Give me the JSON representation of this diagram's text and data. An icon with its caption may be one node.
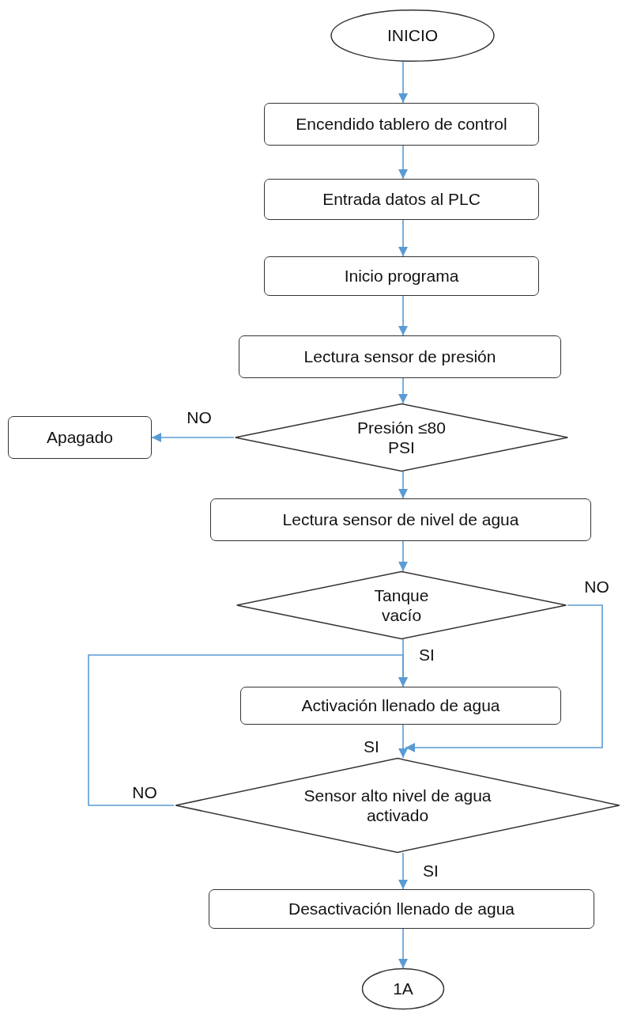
{
  "diagram": {
    "nodes": [
      {
        "text": [
          "INICIO"
        ]
      },
      {
        "text": [
          "Encendido tablero de control"
        ]
      },
      {
        "text": [
          "Entrada datos al PLC"
        ]
      },
      {
        "text": [
          "Inicio programa"
        ]
      },
      {
        "text": [
          "Lectura sensor de presión"
        ]
      },
      {
        "text": [
          "Presión ≤80 PSI"
        ]
      },
      {
        "text": [
          "Apagado"
        ]
      },
      {
        "text": [
          "Lectura sensor de nivel de agua"
        ]
      },
      {
        "text": [
          "Tanque vacío"
        ]
      },
      {
        "text": [
          "Activación llenado de agua"
        ]
      },
      {
        "text": [
          "Sensor alto nivel de agua activado"
        ]
      },
      {
        "text": [
          "Desactivación llenado de agua"
        ]
      },
      {
        "text": [
          "1A"
        ]
      }
    ],
    "edges": [
      {
        "from": 0,
        "to": 1,
        "arrow": "to"
      },
      {
        "from": 1,
        "to": 2,
        "arrow": "to"
      },
      {
        "from": 2,
        "to": 3,
        "arrow": "to"
      },
      {
        "from": 3,
        "to": 4,
        "arrow": "to"
      },
      {
        "from": 4,
        "to": 5,
        "arrow": "to"
      },
      {
        "from": 5,
        "to": 6,
        "arrow": "to",
        "label": "NO"
      },
      {
        "from": 5,
        "to": 7,
        "arrow": "to"
      },
      {
        "from": 7,
        "to": 8,
        "arrow": "to"
      },
      {
        "from": 8,
        "to": 9,
        "arrow": "to",
        "label": "SI"
      },
      {
        "from": 8,
        "to": 10,
        "arrow": "to",
        "label": "NO"
      },
      {
        "from": 9,
        "to": 10,
        "arrow": "to",
        "label": "SI"
      },
      {
        "from": 10,
        "to": 9,
        "arrow": "to",
        "label": "NO"
      },
      {
        "from": 10,
        "to": 11,
        "arrow": "to",
        "label": "SI"
      },
      {
        "from": 11,
        "to": 12,
        "arrow": "to"
      }
    ]
  }
}
